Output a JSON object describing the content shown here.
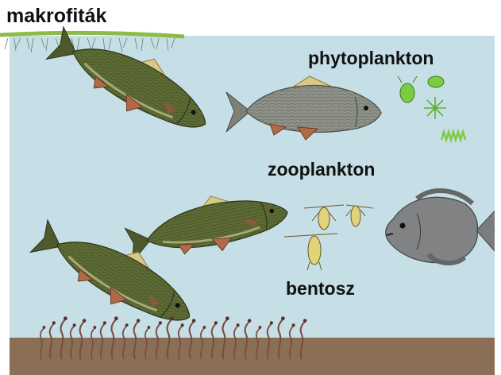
{
  "labels": {
    "macrophytes": "makrofiták",
    "phytoplankton": "phytoplankton",
    "zooplankton": "zooplankton",
    "benthos": "bentosz"
  },
  "colors": {
    "water": "#c6dfe6",
    "sediment": "#8a6e56",
    "surface_plants": "#8dbb47",
    "common_carp_body": "#5b6a34",
    "crucian_carp_body": "#8c8f84",
    "tilapia_body": "#808284",
    "phytoplankton": "#7ccc43",
    "zooplankton": "#e0d37a",
    "benthic_worms": "#7a4e42"
  },
  "icons": {
    "macrophytes": "floating-plant-icon",
    "fish_1": "common-carp-icon",
    "fish_2": "crucian-carp-icon",
    "fish_3": "common-carp-icon",
    "fish_4": "common-carp-icon",
    "fish_5": "tilapia-icon",
    "phytoplankton": "algae-icon",
    "zooplankton": "copepod-icon",
    "benthos": "worm-icon"
  }
}
